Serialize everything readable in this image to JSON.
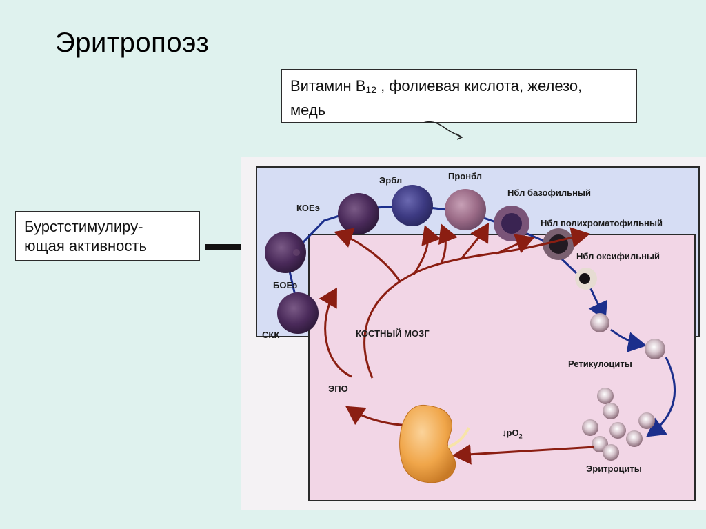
{
  "slide": {
    "title": "Эритропоэз"
  },
  "vitamin_box": {
    "prefix": "Витамин B",
    "subscript": "12",
    "rest": " , фолиевая кислота, железо,",
    "line2": "медь"
  },
  "burst_box": {
    "line1": "Бурстстимулиру-",
    "line2": "ющая активность"
  },
  "diagram": {
    "cells": {
      "skk": "СКК",
      "boe": "БОЕэ",
      "koe": "КОЕэ",
      "erbl": "Эрбл",
      "pronbl": "Пронбл",
      "nbl_baso": "Нбл базофильный",
      "nbl_poly": "Нбл полихроматофильный",
      "nbl_oxy": "Нбл оксифильный",
      "reticulocytes": "Ретикулоциты",
      "erythrocytes": "Эритроциты"
    },
    "regions": {
      "bone_marrow": "КОСТНЫЙ МОЗГ"
    },
    "factors": {
      "epo": "ЭПО",
      "po2_arrow": "↓",
      "po2_main": "pO",
      "po2_sub": "2"
    },
    "colors": {
      "marrow_panel": "#d6ddf4",
      "blood_panel": "#f2d6e6",
      "cell_dark": "#4a2a5a",
      "cell_basophil": "#3d3a82",
      "red_arrow": "#8b1e12",
      "blue_arrow": "#1c2f8c",
      "kidney": "#f0a64a"
    }
  }
}
